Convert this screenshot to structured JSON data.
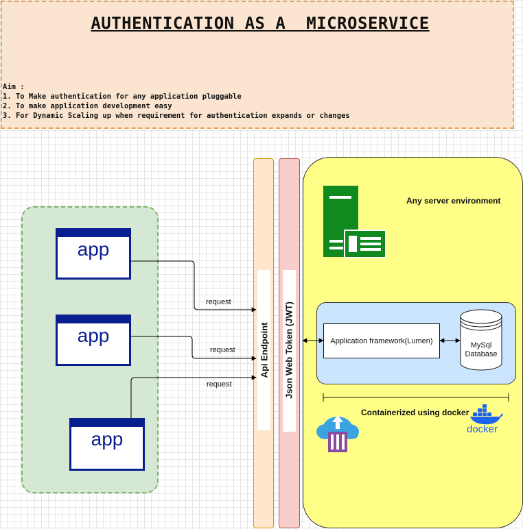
{
  "header": {
    "title": "AUTHENTICATION AS A  MICROSERVICE",
    "aim_heading": "Aim :",
    "aim_items": [
      "1. To Make authentication for any application pluggable",
      "2. To make application development easy",
      "3. For Dynamic Scaling up when requirement for authentication expands or changes"
    ]
  },
  "apps": [
    {
      "label": "app"
    },
    {
      "label": "app"
    },
    {
      "label": "app"
    }
  ],
  "connectors": [
    {
      "label": "request"
    },
    {
      "label": "request"
    },
    {
      "label": "request"
    }
  ],
  "api_endpoint": {
    "label": "Api Endpoint"
  },
  "jwt": {
    "label": "Json Web Token (JWT)"
  },
  "server": {
    "label": "Any server environment",
    "framework_label": "Application framework(Lumen)",
    "database_label_line1": "MySql",
    "database_label_line2": "Database",
    "containerized_label": "Containerized using docker",
    "docker_word": "docker"
  },
  "colors": {
    "header_fill": "#fbe5d0",
    "header_border": "#e5a050",
    "app_group_fill": "#d5e8d4",
    "app_group_border": "#82b366",
    "app_blue": "#0a1f8f",
    "api_fill": "#ffe6cc",
    "jwt_fill": "#f8cecc",
    "server_fill": "#ffff88",
    "container_fill": "#cce5ff",
    "server_icon_green": "#108a1f",
    "cloud_blue": "#3aa4e0",
    "box_purple": "#8a4a9e",
    "docker_blue": "#1d63ed"
  },
  "icons": [
    "server-icon",
    "cloud-upload-icon",
    "docker-whale-icon",
    "database-icon"
  ]
}
